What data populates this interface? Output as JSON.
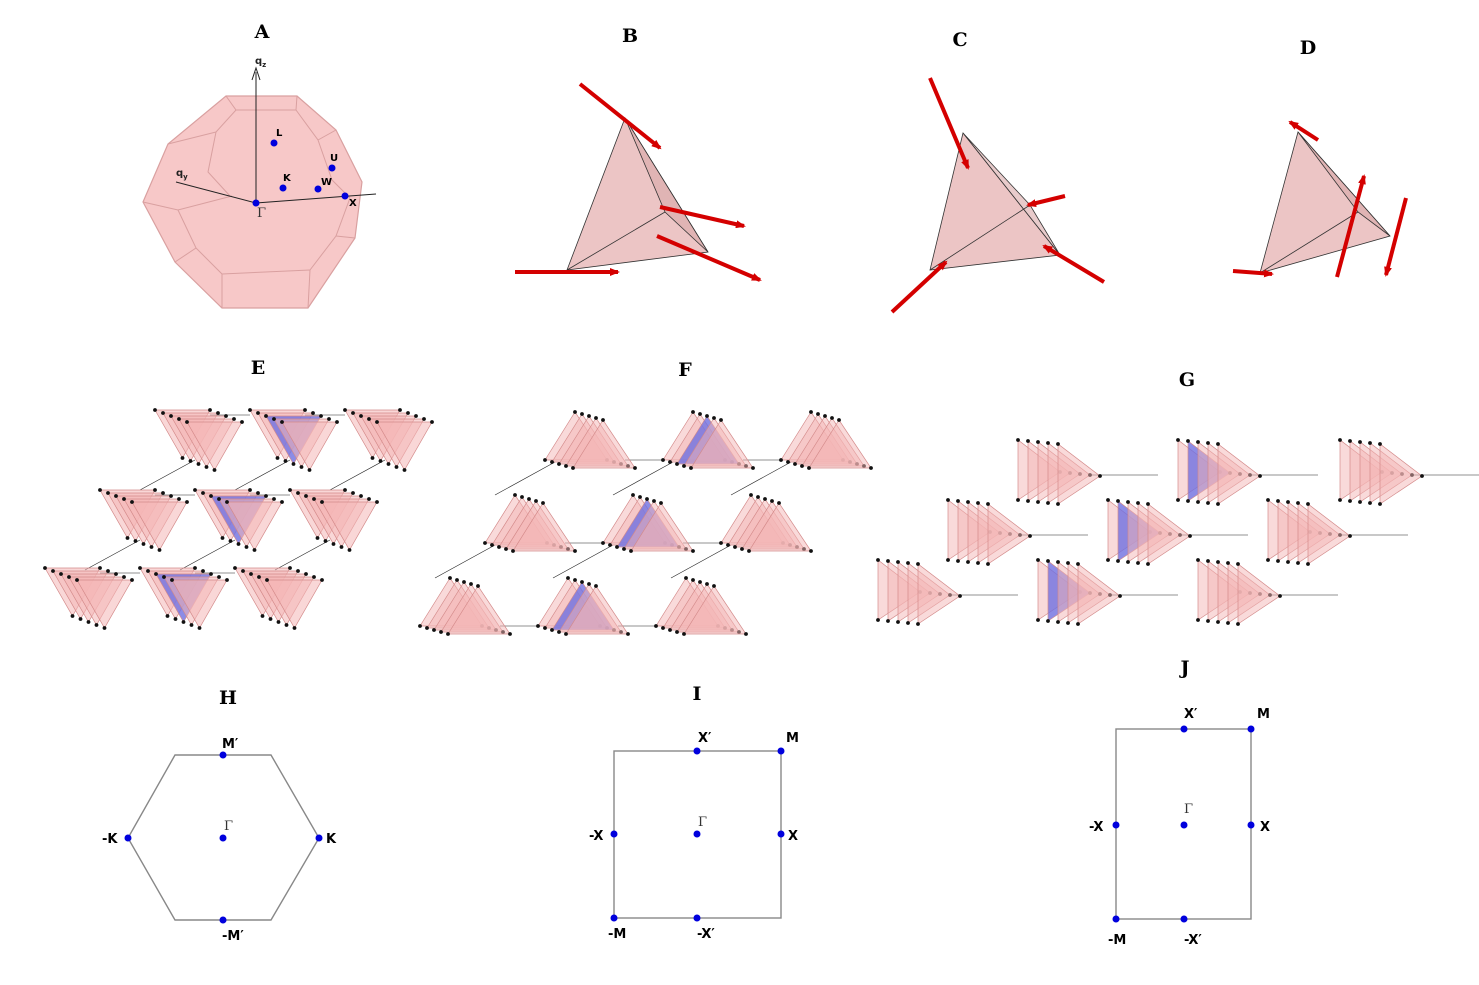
{
  "colors": {
    "pink_fill": "#f4b6b6",
    "pink_stroke": "#d48a8a",
    "blue_fill": "#6f6fe0",
    "arrow_red": "#d40000",
    "point_blue": "#0000dd",
    "edge_gray": "#888888"
  },
  "panels": {
    "A": {
      "label": "A",
      "axis_z": "q",
      "axis_z_sub": "z",
      "axis_y": "q",
      "axis_y_sub": "y",
      "points": {
        "L": "L",
        "U": "U",
        "K": "K",
        "W": "W",
        "X": "X",
        "Gamma": "Γ"
      }
    },
    "B": {
      "label": "B"
    },
    "C": {
      "label": "C"
    },
    "D": {
      "label": "D"
    },
    "E": {
      "label": "E"
    },
    "F": {
      "label": "F"
    },
    "G": {
      "label": "G"
    },
    "H": {
      "label": "H",
      "points": {
        "top": "M′",
        "bottom": "-M′",
        "left": "-K",
        "right": "K",
        "center": "Γ"
      }
    },
    "I": {
      "label": "I",
      "points": {
        "top": "X′",
        "topright": "M",
        "left": "-X",
        "right": "X",
        "bottom": "-X′",
        "bottomleft": "-M",
        "center": "Γ"
      }
    },
    "J": {
      "label": "J",
      "points": {
        "top": "X′",
        "topright": "M",
        "left": "-X",
        "right": "X",
        "bottom": "-X′",
        "bottomleft": "-M",
        "center": "Γ"
      }
    }
  }
}
